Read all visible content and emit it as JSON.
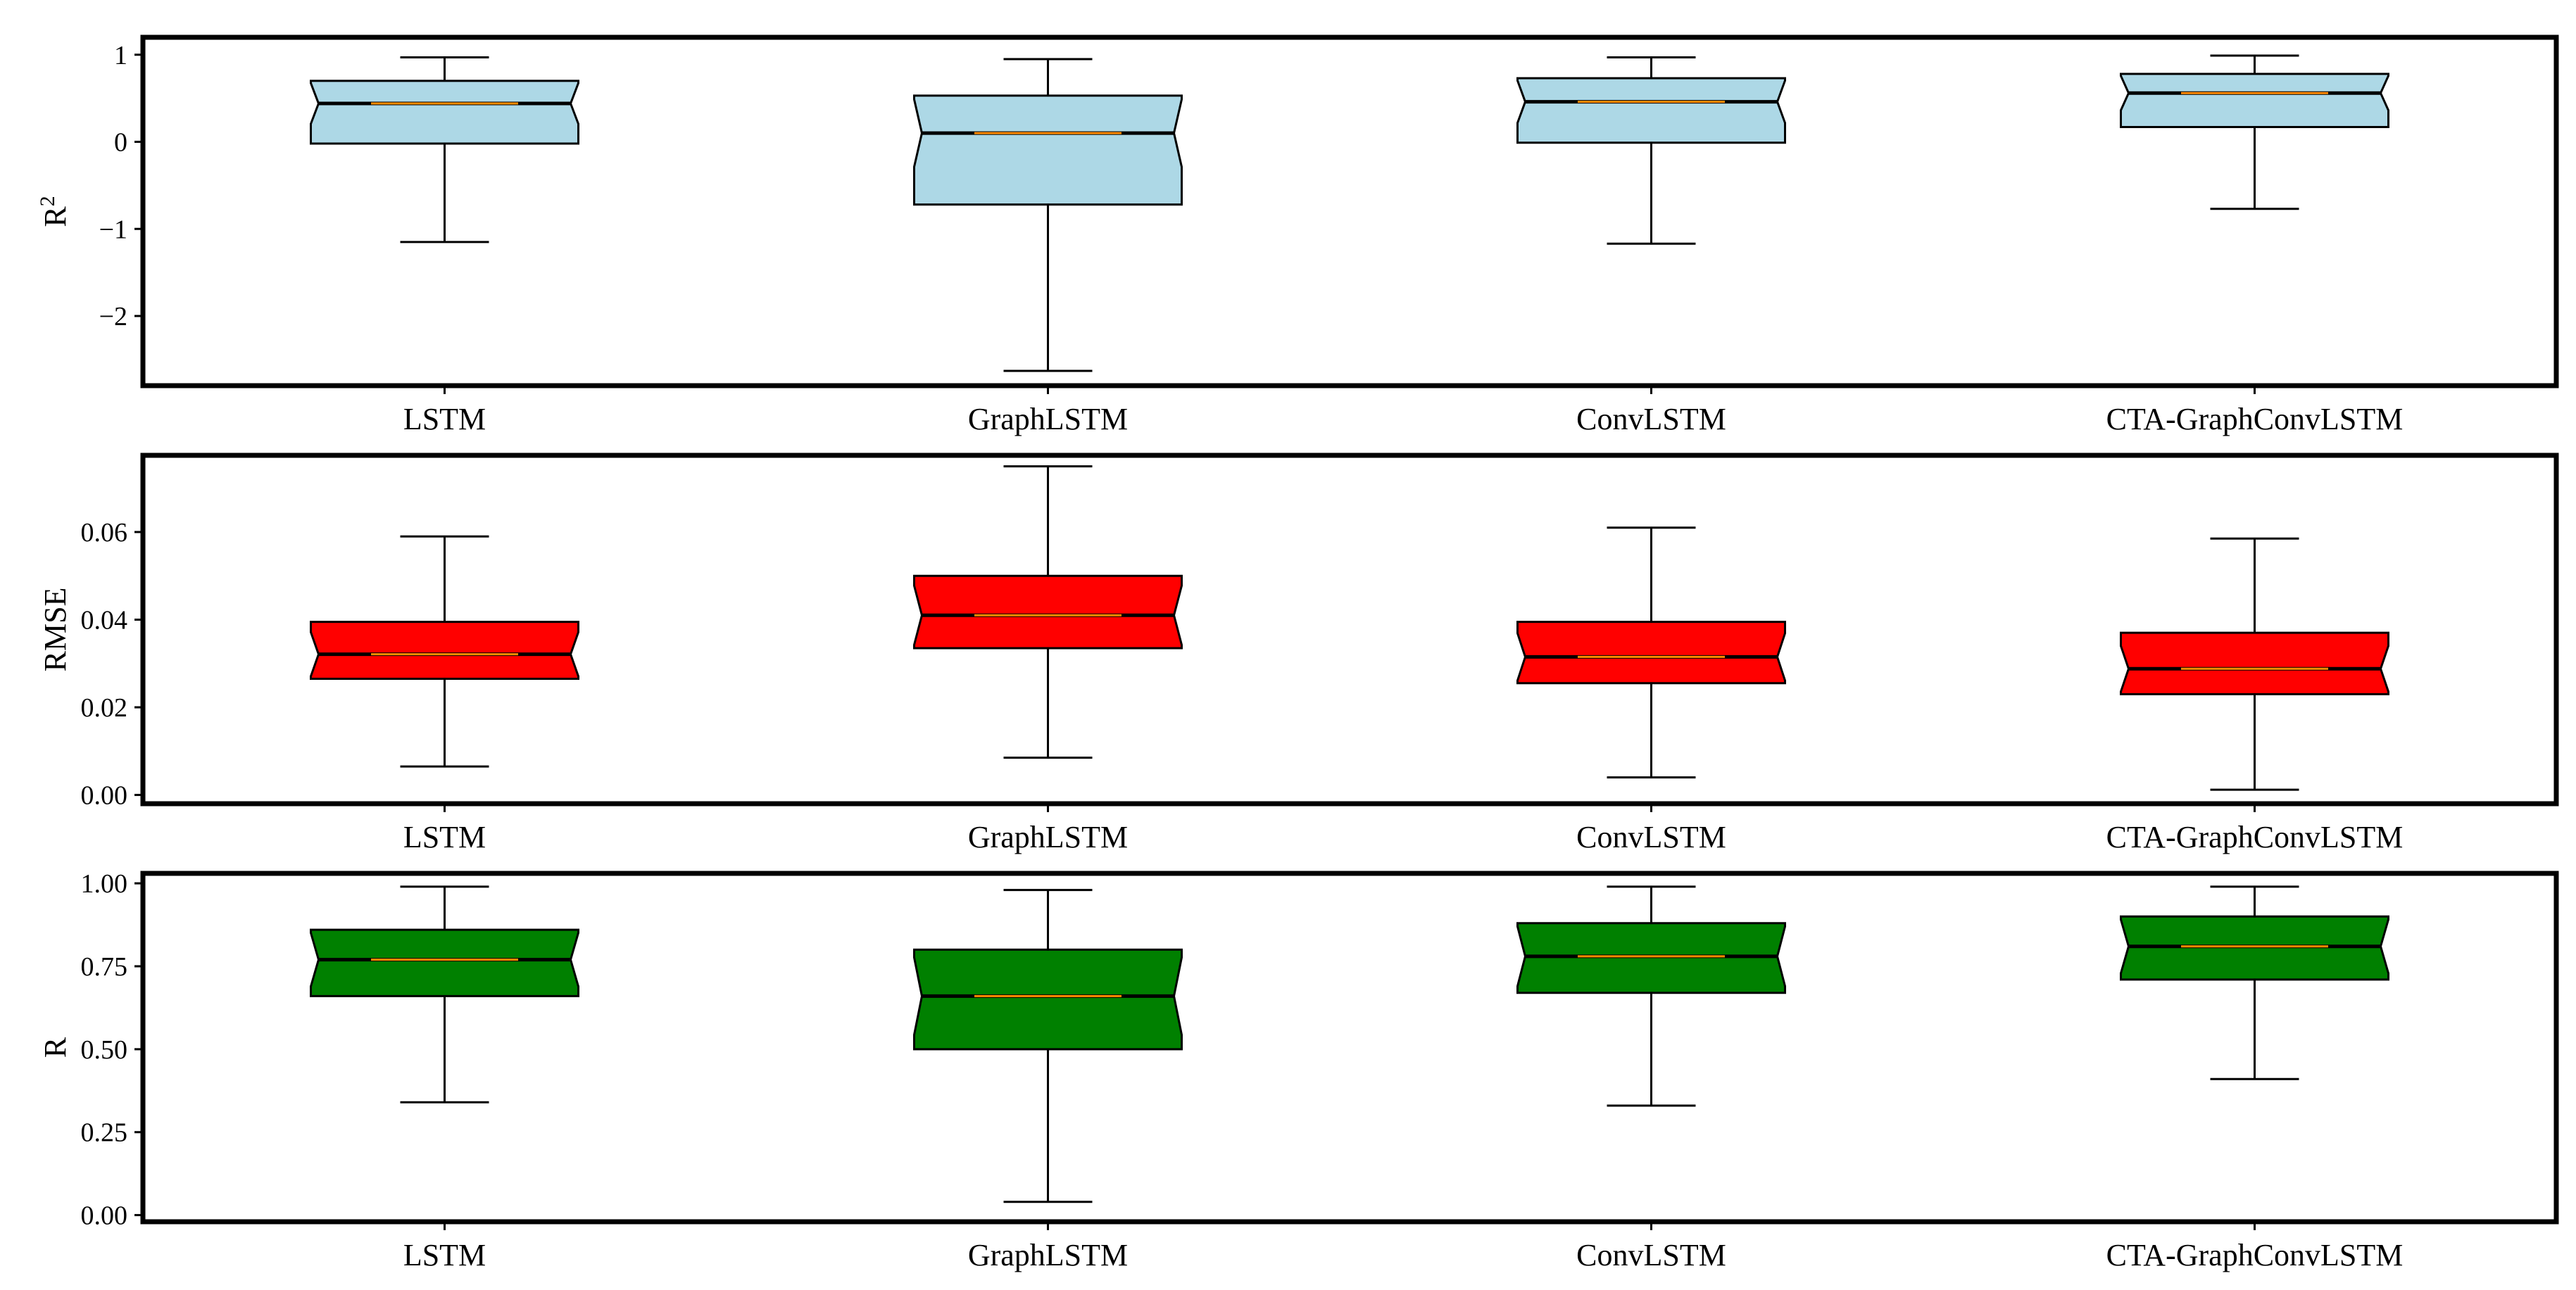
{
  "chart_data": [
    {
      "type": "box",
      "ylabel": "R",
      "ylabel_superscript": "2",
      "box_color": "#add8e6",
      "median_color": "#ff8c00",
      "ylim": [
        -2.8,
        1.2
      ],
      "yticks": [
        1,
        0,
        -1,
        -2
      ],
      "ytick_labels": [
        "1",
        "0",
        "−1",
        "−2"
      ],
      "categories": [
        "LSTM",
        "GraphLSTM",
        "ConvLSTM",
        "CTA-GraphConvLSTM"
      ],
      "boxes": [
        {
          "whisker_low": -1.15,
          "q1": -0.02,
          "median": 0.44,
          "q3": 0.7,
          "whisker_high": 0.97
        },
        {
          "whisker_low": -2.63,
          "q1": -0.72,
          "median": 0.1,
          "q3": 0.53,
          "whisker_high": 0.95
        },
        {
          "whisker_low": -1.17,
          "q1": -0.01,
          "median": 0.46,
          "q3": 0.73,
          "whisker_high": 0.97
        },
        {
          "whisker_low": -0.77,
          "q1": 0.17,
          "median": 0.56,
          "q3": 0.78,
          "whisker_high": 0.99
        }
      ]
    },
    {
      "type": "box",
      "ylabel": "RMSE",
      "box_color": "#ff0000",
      "median_color": "#ff8c00",
      "ylim": [
        -0.002,
        0.0775
      ],
      "yticks": [
        0.0,
        0.02,
        0.04,
        0.06
      ],
      "ytick_labels": [
        "0.00",
        "0.02",
        "0.04",
        "0.06"
      ],
      "categories": [
        "LSTM",
        "GraphLSTM",
        "ConvLSTM",
        "CTA-GraphConvLSTM"
      ],
      "boxes": [
        {
          "whisker_low": 0.0065,
          "q1": 0.0265,
          "median": 0.0321,
          "q3": 0.0395,
          "whisker_high": 0.059
        },
        {
          "whisker_low": 0.0085,
          "q1": 0.0335,
          "median": 0.041,
          "q3": 0.05,
          "whisker_high": 0.075
        },
        {
          "whisker_low": 0.004,
          "q1": 0.0255,
          "median": 0.0315,
          "q3": 0.0395,
          "whisker_high": 0.061
        },
        {
          "whisker_low": 0.0012,
          "q1": 0.023,
          "median": 0.0288,
          "q3": 0.037,
          "whisker_high": 0.0585
        }
      ]
    },
    {
      "type": "box",
      "ylabel": "R",
      "box_color": "#008000",
      "median_color": "#ff8c00",
      "ylim": [
        -0.02,
        1.03
      ],
      "yticks": [
        0.0,
        0.25,
        0.5,
        0.75,
        1.0
      ],
      "ytick_labels": [
        "0.00",
        "0.25",
        "0.50",
        "0.75",
        "1.00"
      ],
      "categories": [
        "LSTM",
        "GraphLSTM",
        "ConvLSTM",
        "CTA-GraphConvLSTM"
      ],
      "boxes": [
        {
          "whisker_low": 0.34,
          "q1": 0.66,
          "median": 0.77,
          "q3": 0.86,
          "whisker_high": 0.99
        },
        {
          "whisker_low": 0.04,
          "q1": 0.5,
          "median": 0.66,
          "q3": 0.8,
          "whisker_high": 0.98
        },
        {
          "whisker_low": 0.33,
          "q1": 0.67,
          "median": 0.78,
          "q3": 0.88,
          "whisker_high": 0.99
        },
        {
          "whisker_low": 0.41,
          "q1": 0.71,
          "median": 0.81,
          "q3": 0.9,
          "whisker_high": 0.99
        }
      ]
    }
  ]
}
